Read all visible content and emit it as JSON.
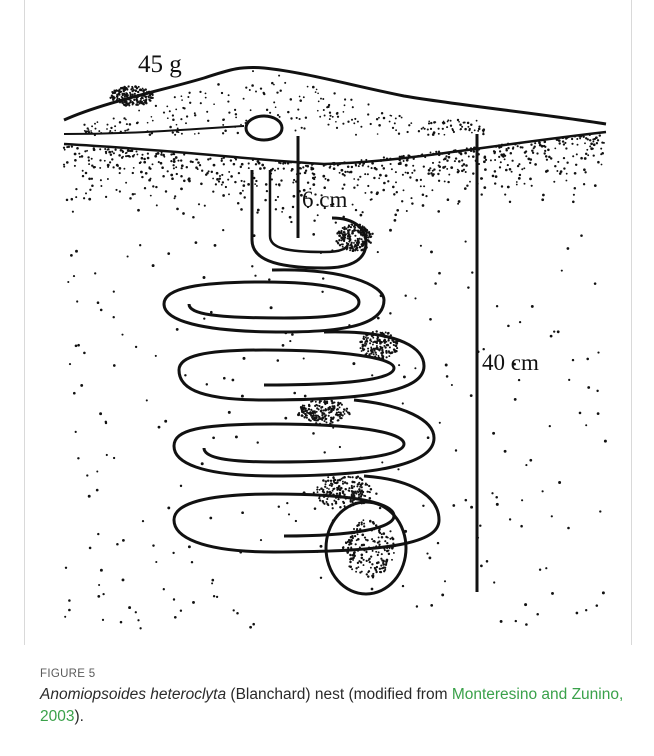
{
  "diagram": {
    "label_mass": "45 g",
    "label_short_depth": "6 cm",
    "label_total_depth": "40 cm"
  },
  "caption": {
    "figure_label": "FIGURE 5",
    "species": "Anomiopsoides heteroclyta",
    "text_before_link": " (Blanchard) nest (modified from ",
    "reference_link": "Monteresino and Zunino, 2003",
    "text_after_link": ")."
  },
  "colors": {
    "ink": "#111111",
    "reference_link": "#3aa14a",
    "figure_label": "#5a5a5a"
  }
}
